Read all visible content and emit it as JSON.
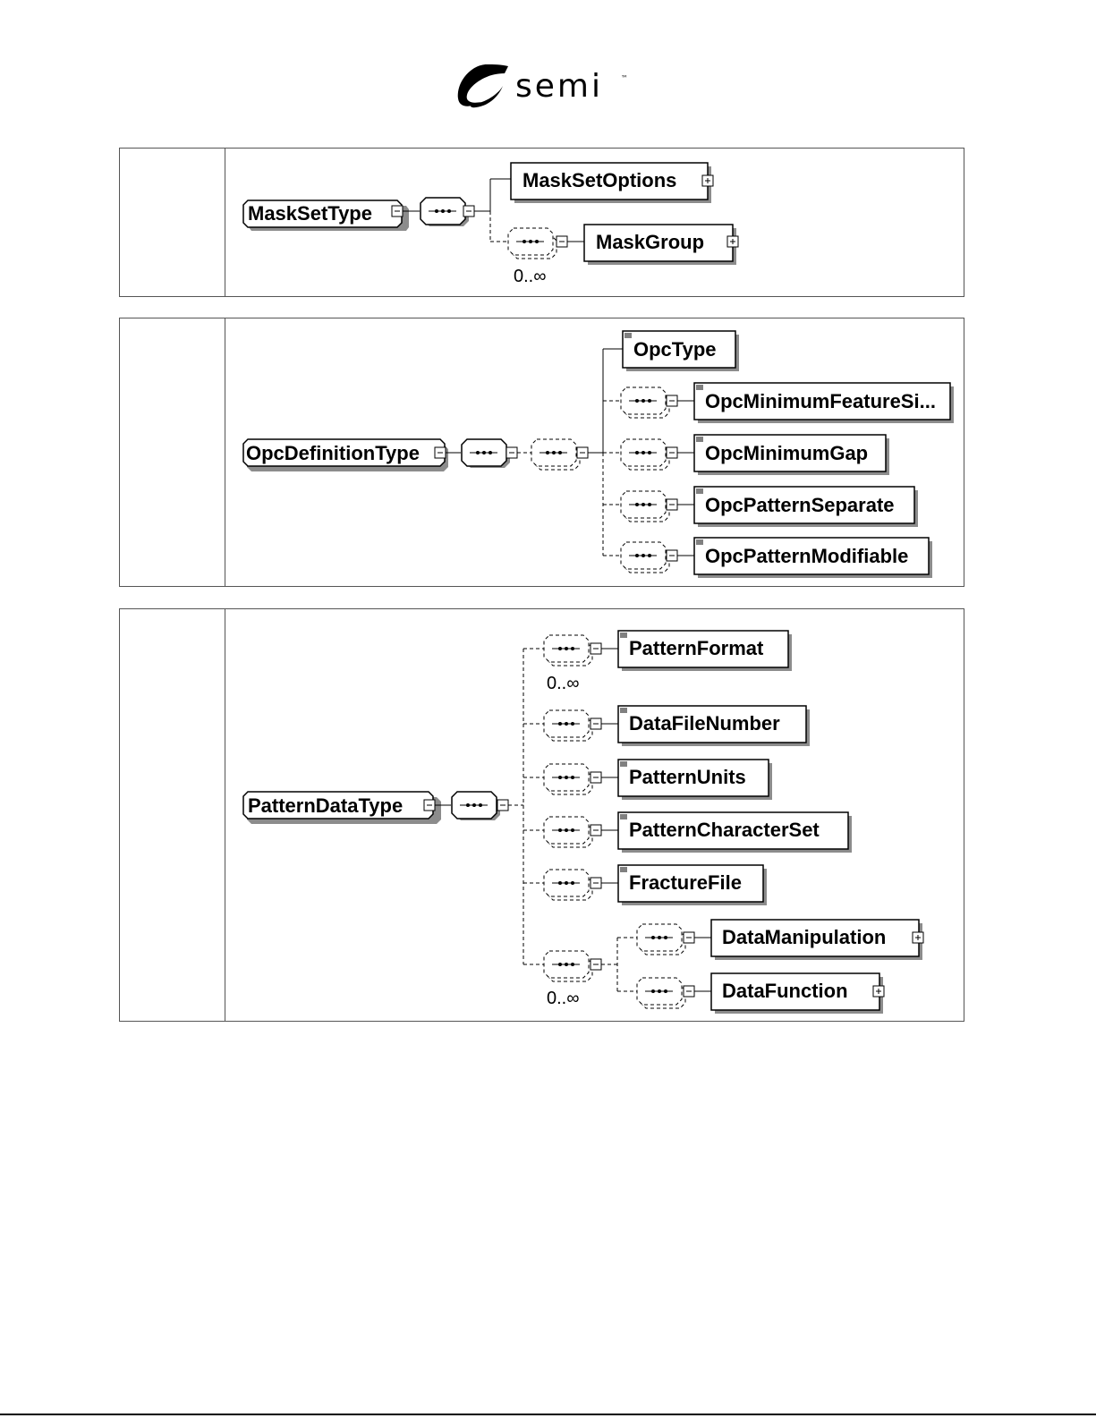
{
  "header": {
    "logo_text": "semi",
    "logo_tm": "™"
  },
  "diagrams": [
    {
      "root": "MaskSetType",
      "children": [
        {
          "label": "MaskSetOptions",
          "expandable": true
        },
        {
          "label": "MaskGroup",
          "expandable": true,
          "occurs": "0..∞"
        }
      ]
    },
    {
      "root": "OpcDefinitionType",
      "children": [
        {
          "label": "OpcType"
        },
        {
          "label": "OpcMinimumFeatureSi..."
        },
        {
          "label": "OpcMinimumGap"
        },
        {
          "label": "OpcPatternSeparate"
        },
        {
          "label": "OpcPatternModifiable"
        }
      ]
    },
    {
      "root": "PatternDataType",
      "children": [
        {
          "label": "PatternFormat",
          "occurs": "0..∞"
        },
        {
          "label": "DataFileNumber"
        },
        {
          "label": "PatternUnits"
        },
        {
          "label": "PatternCharacterSet"
        },
        {
          "label": "FractureFile"
        },
        {
          "label": "DataManipulation",
          "expandable": true
        },
        {
          "label": "DataFunction",
          "expandable": true
        }
      ],
      "choice_occurs": "0..∞"
    }
  ],
  "colors": {
    "ink": "#000000",
    "shadow": "#8c8c8c",
    "border": "#555555",
    "background": "#ffffff"
  }
}
